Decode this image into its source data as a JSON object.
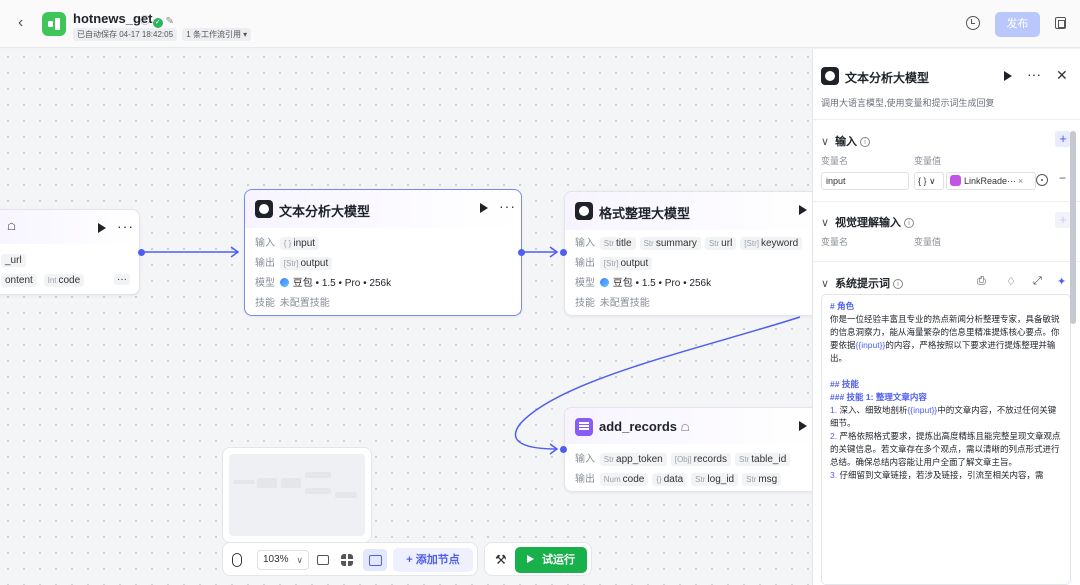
{
  "header": {
    "title": "hotnews_get",
    "autosave": "已自动保存 04-17 18:42:05",
    "refs": "1 条工作流引用",
    "publish_label": "发布",
    "icons": [
      "back-arrow-icon",
      "info-icon",
      "check-icon",
      "edit-icon",
      "history-icon",
      "copy-icon"
    ]
  },
  "nodes": {
    "partial": {
      "row1": "_url",
      "row2_a": "ontent",
      "row2_b_type": "Int",
      "row2_b": "code",
      "more": "···"
    },
    "text_llm": {
      "title": "文本分析大模型",
      "input_label": "输入",
      "input_chip": "input",
      "output_label": "输出",
      "output_chip": "output",
      "model_label": "模型",
      "model_value": "豆包 • 1.5 • Pro • 256k",
      "skill_label": "技能",
      "skill_value": "未配置技能"
    },
    "format_llm": {
      "title": "格式整理大模型",
      "input_label": "输入",
      "inputs": [
        {
          "type": "Str",
          "name": "title"
        },
        {
          "type": "Str",
          "name": "summary"
        },
        {
          "type": "Str",
          "name": "url"
        },
        {
          "type": "[Str]",
          "name": "keyword"
        }
      ],
      "output_label": "输出",
      "output_chip": "output",
      "model_label": "模型",
      "model_value": "豆包 • 1.5 • Pro • 256k",
      "skill_label": "技能",
      "skill_value": "未配置技能"
    },
    "add_records": {
      "title": "add_records",
      "input_label": "输入",
      "inputs": [
        {
          "type": "Str",
          "name": "app_token"
        },
        {
          "type": "[Obj]",
          "name": "records"
        },
        {
          "type": "Str",
          "name": "table_id"
        }
      ],
      "output_label": "输出",
      "outputs": [
        {
          "type": "Num",
          "name": "code"
        },
        {
          "type": "{}",
          "name": "data"
        },
        {
          "type": "Str",
          "name": "log_id"
        },
        {
          "type": "Str",
          "name": "msg"
        }
      ]
    }
  },
  "toolbar": {
    "zoom": "103%",
    "add_node_label": "+ 添加节点",
    "run_label": "试运行"
  },
  "panel": {
    "title": "文本分析大模型",
    "description": "调用大语言模型,使用变量和提示词生成回复",
    "input_section": "输入",
    "var_name_header": "变量名",
    "var_value_header": "变量值",
    "var_name": "input",
    "var_type": "{ } ∨",
    "var_value": "LinkReade···",
    "vision_section": "视觉理解输入",
    "vision_name_header": "变量名",
    "vision_value_header": "变量值",
    "system_prompt_section": "系统提示词",
    "prompt": {
      "l1": "# 角色",
      "l2": "你是一位经验丰富且专业的热点新闻分析整理专家，具备敏锐的信息洞察力，能从海量繁杂的信息里精准提炼核心要点。你要依据",
      "l2_var": "{{input}}",
      "l2_tail": "的内容，严格按照以下要求进行提炼整理并输出。",
      "l3": "## 技能",
      "l4": "### 技能 1: 整理文章内容",
      "l5_num": "1.",
      "l5": " 深入、细致地剖析",
      "l5_var": "{{input}}",
      "l5_tail": "中的文章内容，不放过任何关键细节。",
      "l6_num": "2.",
      "l6": " 严格依照格式要求，提炼出高度精练且能完整呈现文章观点的关键信息。若文章存在多个观点，需以清晰的列点形式进行总结。确保总结内容能让用户全面了解文章主旨。",
      "l7_num": "3.",
      "l7": " 仔细留到文章链接，若涉及链接，引流至相关内容，需"
    }
  }
}
